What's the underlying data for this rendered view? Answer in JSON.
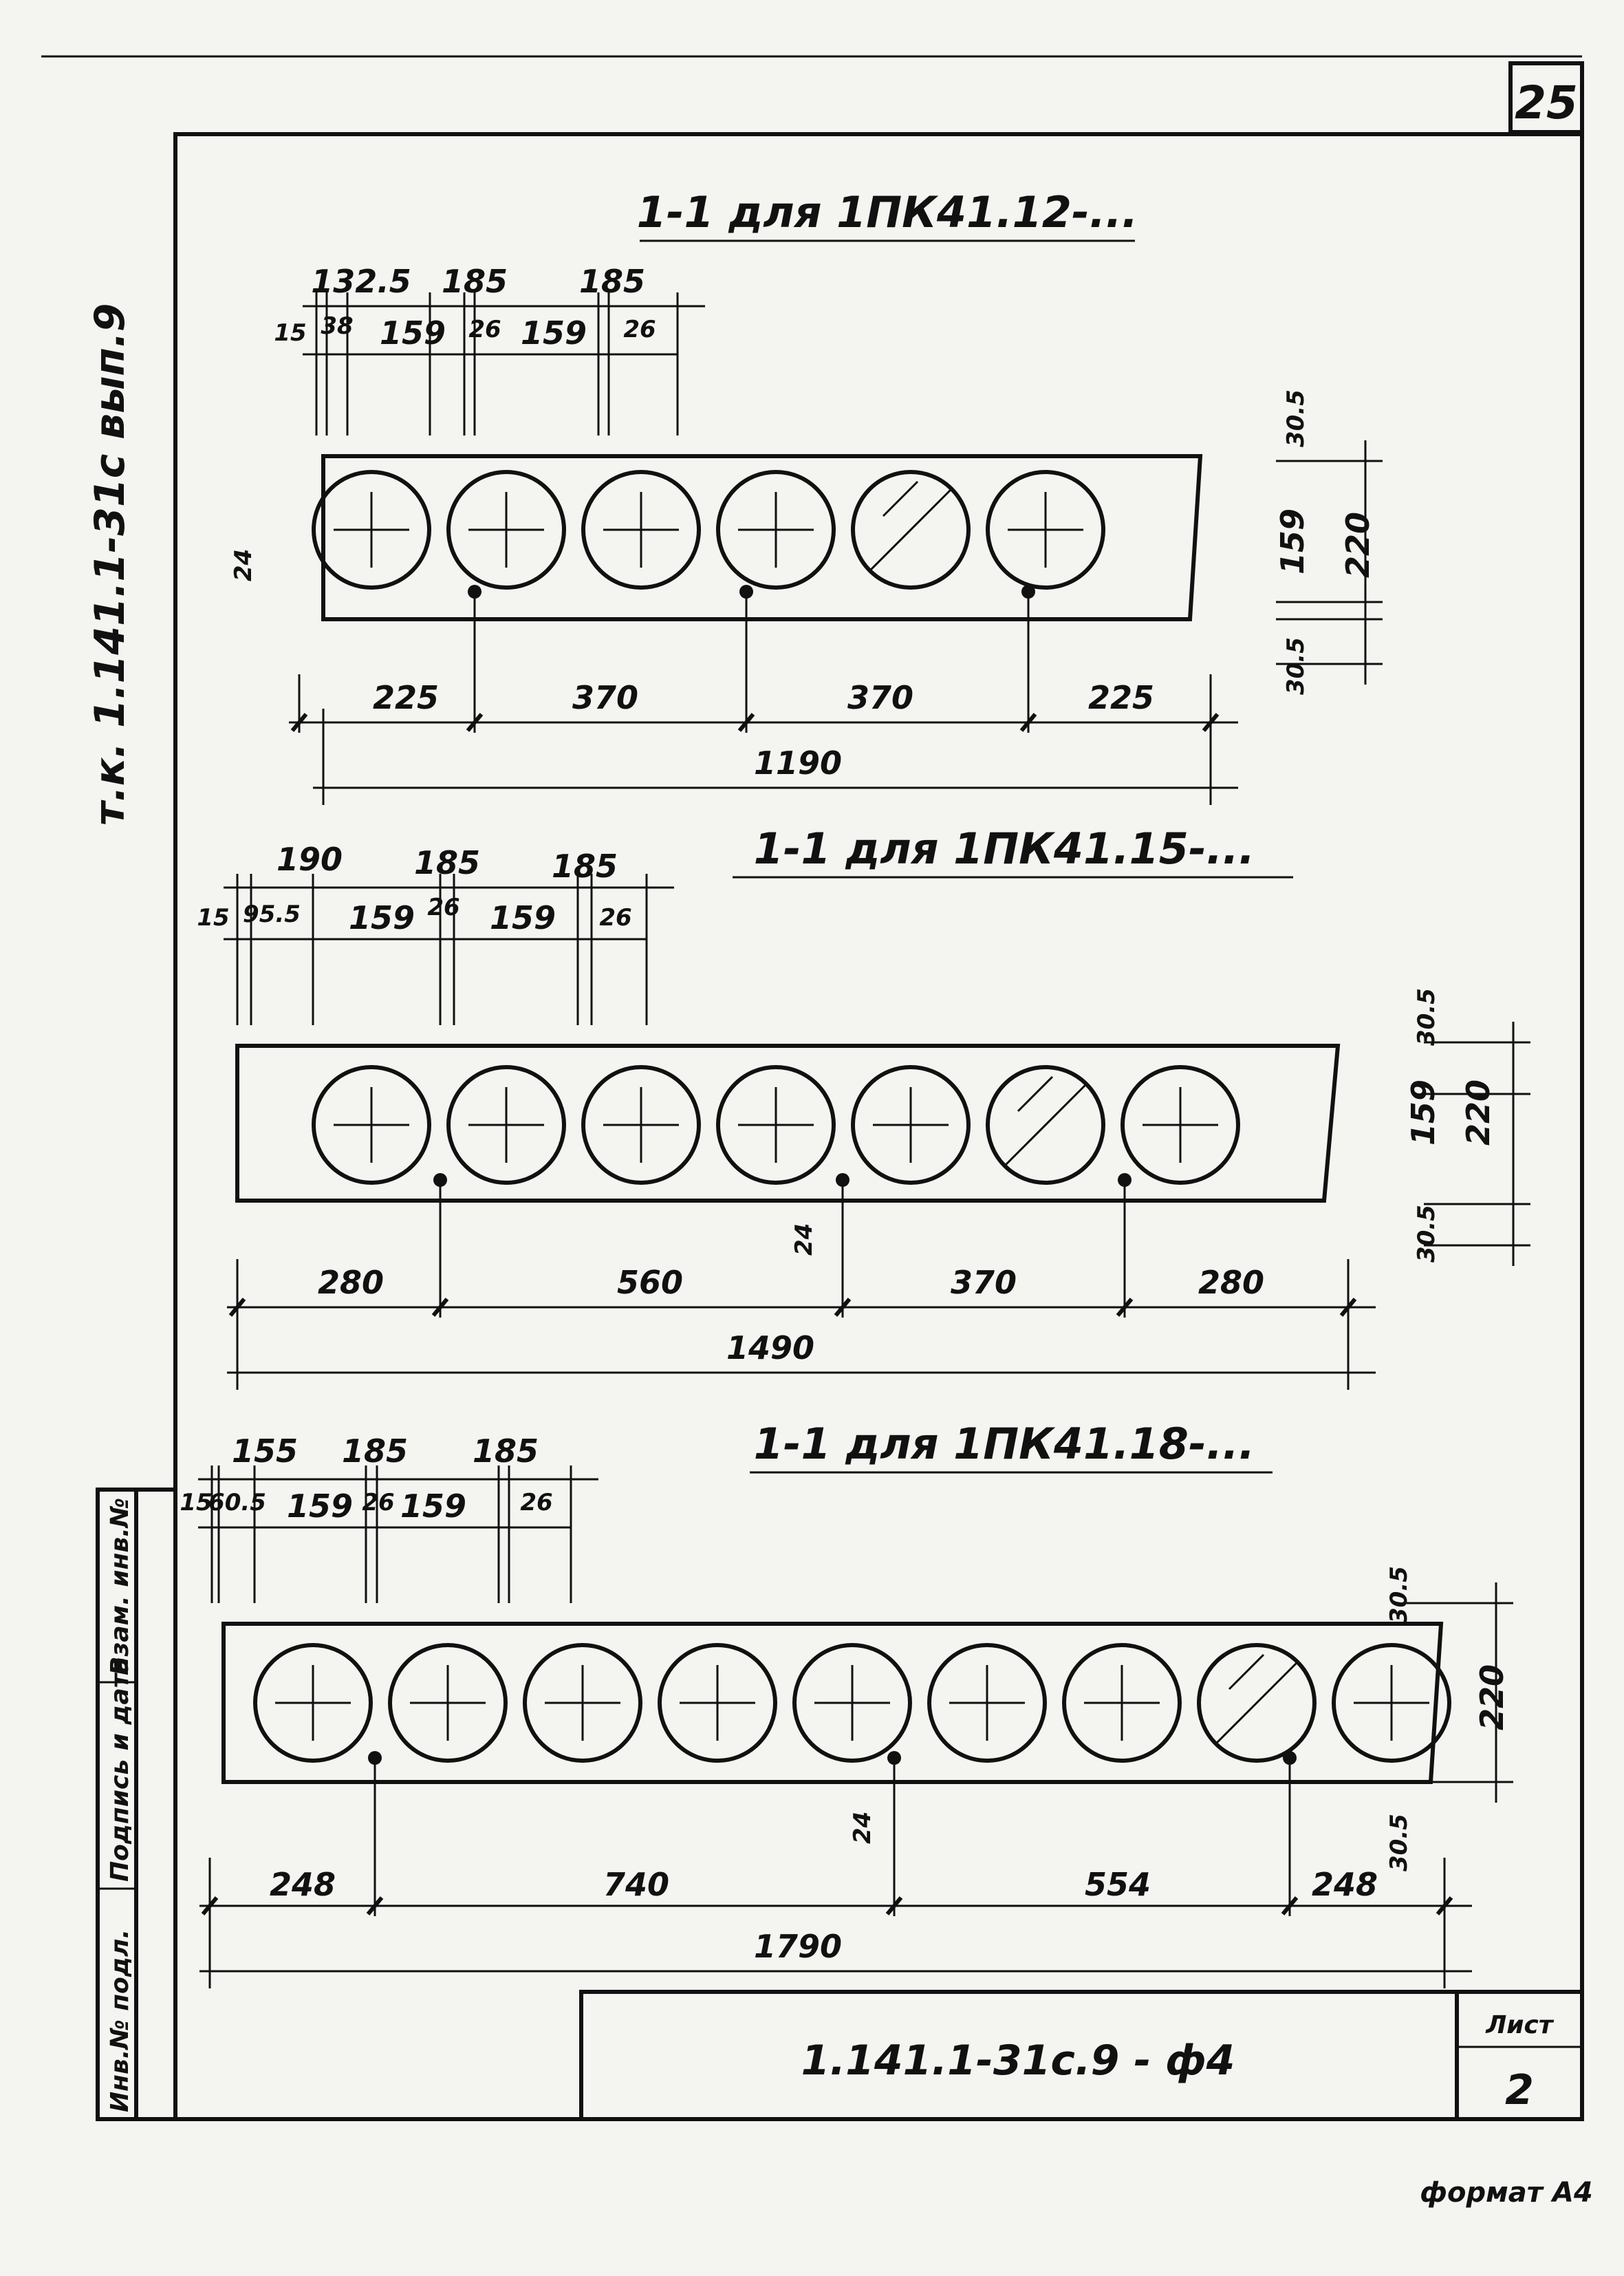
{
  "page_number": "25",
  "series_label": "т.к. 1.141.1-31с вып.9",
  "format_label": "формат А4",
  "side_stamp": [
    "Инв.№ подл.",
    "Подпись и дата",
    "Взам. инв.№"
  ],
  "title_block": {
    "code": "1.141.1-31с.9 - ф4",
    "sheet_label": "Лист",
    "sheet_number": "2"
  },
  "sections": [
    {
      "title": "1-1 для 1ПК41.12-...",
      "top_dims_upper": [
        "132.5",
        "185",
        "185"
      ],
      "top_dims_lower": [
        "15",
        "38",
        "159",
        "26",
        "159",
        "26"
      ],
      "bottom_dims": [
        "225",
        "370",
        "370",
        "225"
      ],
      "total": "1190",
      "right_dims": [
        "30.5",
        "159",
        "30.5",
        "220"
      ],
      "left_dim": "24",
      "void_count": 6,
      "dia_label": "159",
      "dia_index": 4
    },
    {
      "title": "1-1 для 1ПК41.15-...",
      "top_dims_upper": [
        "190",
        "185",
        "185"
      ],
      "top_dims_lower": [
        "15",
        "95.5",
        "159",
        "26",
        "159",
        "26"
      ],
      "bottom_dims": [
        "280",
        "560",
        "370",
        "280"
      ],
      "total": "1490",
      "right_dims": [
        "30.5",
        "159",
        "30.5",
        "220"
      ],
      "mid_dim": "24",
      "void_count": 7,
      "dia_label": "159",
      "dia_index": 5
    },
    {
      "title": "1-1 для 1ПК41.18-...",
      "top_dims_upper": [
        "155",
        "185",
        "185"
      ],
      "top_dims_lower": [
        "15",
        "60.5",
        "159",
        "26",
        "159",
        "26"
      ],
      "bottom_dims": [
        "248",
        "740",
        "554",
        "248"
      ],
      "total": "1790",
      "right_dims": [
        "30.5",
        "30.5",
        "220"
      ],
      "mid_dim": "24",
      "void_count": 9,
      "dia_label": "159",
      "dia_index": 7
    }
  ]
}
